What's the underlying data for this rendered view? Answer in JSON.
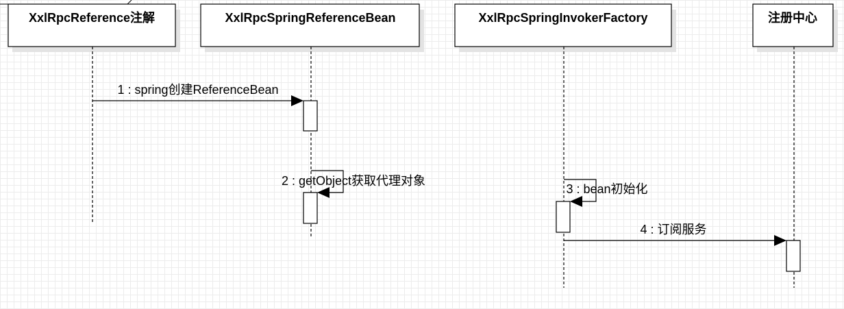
{
  "lifelines": [
    {
      "id": "ann",
      "title": "XxlRpcReference注解"
    },
    {
      "id": "bean",
      "title": "XxlRpcSpringReferenceBean"
    },
    {
      "id": "factory",
      "title": "XxlRpcSpringInvokerFactory"
    },
    {
      "id": "registry",
      "title": "注册中心"
    }
  ],
  "messages": [
    {
      "from": "ann",
      "to": "bean",
      "label": "1 : spring创建ReferenceBean",
      "self": false
    },
    {
      "from": "bean",
      "to": "bean",
      "label": "2 : getObject获取代理对象",
      "self": true
    },
    {
      "from": "factory",
      "to": "factory",
      "label": "3 : bean初始化",
      "self": true
    },
    {
      "from": "factory",
      "to": "registry",
      "label": "4 : 订阅服务",
      "self": false
    }
  ]
}
